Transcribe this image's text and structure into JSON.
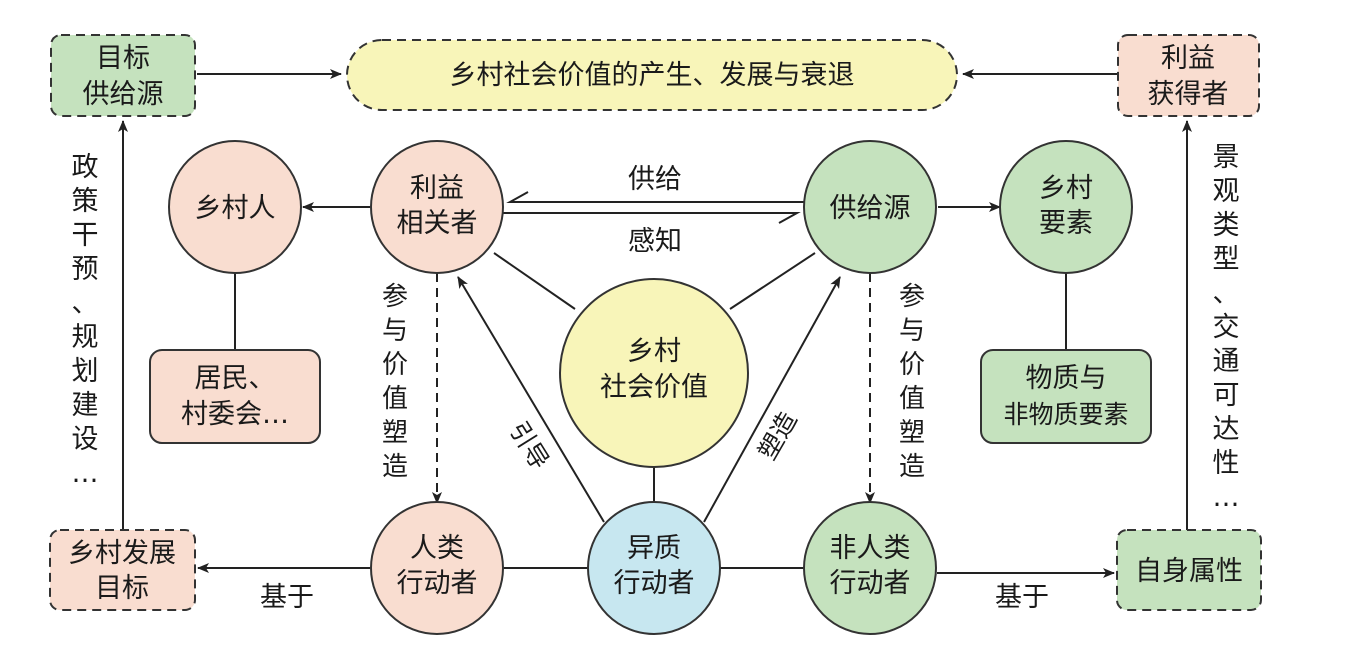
{
  "title": "乡村社会价值的产生、发展与衰退",
  "corner_nodes": {
    "target_supply_source": [
      "目标",
      "供给源"
    ],
    "beneficiary": [
      "利益",
      "获得者"
    ],
    "rural_dev_goal": [
      "乡村发展",
      "目标"
    ],
    "own_attributes": [
      "自身属性"
    ]
  },
  "circles": {
    "rural_people": [
      "乡村人"
    ],
    "stakeholder": [
      "利益",
      "相关者"
    ],
    "supply_source": [
      "供给源"
    ],
    "rural_elements": [
      "乡村",
      "要素"
    ],
    "social_value": [
      "乡村",
      "社会价值"
    ],
    "human_actor": [
      "人类",
      "行动者"
    ],
    "hetero_actor": [
      "异质",
      "行动者"
    ],
    "nonhuman_actor": [
      "非人类",
      "行动者"
    ]
  },
  "boxes": {
    "residents": [
      "居民、",
      "村委会…"
    ],
    "material": [
      "物质与",
      "非物质要素"
    ]
  },
  "edge_labels": {
    "supply": "供给",
    "perceive": "感知",
    "guide": "引导",
    "shape": "塑造",
    "based_on_left": "基于",
    "based_on_right": "基于"
  },
  "vertical_labels": {
    "left": "政策干预、规划建设…",
    "right": "景观类型、交通可达性…",
    "participate_left": "参与价值塑造",
    "participate_right": "参与价值塑造"
  },
  "colors": {
    "pink": "#f9ddd0",
    "green": "#c5e2be",
    "yellow": "#f8f5b9",
    "blue": "#c7e7f0",
    "stroke": "#333333"
  }
}
